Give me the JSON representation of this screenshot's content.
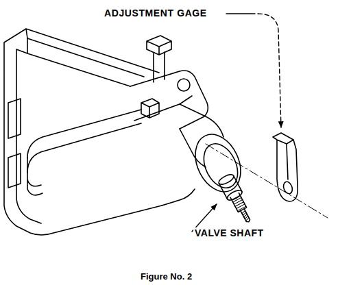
{
  "diagram": {
    "caption": "Figure No. 2",
    "labels": [
      "ADJUSTMENT GAGE",
      "VALVE SHAFT"
    ]
  }
}
